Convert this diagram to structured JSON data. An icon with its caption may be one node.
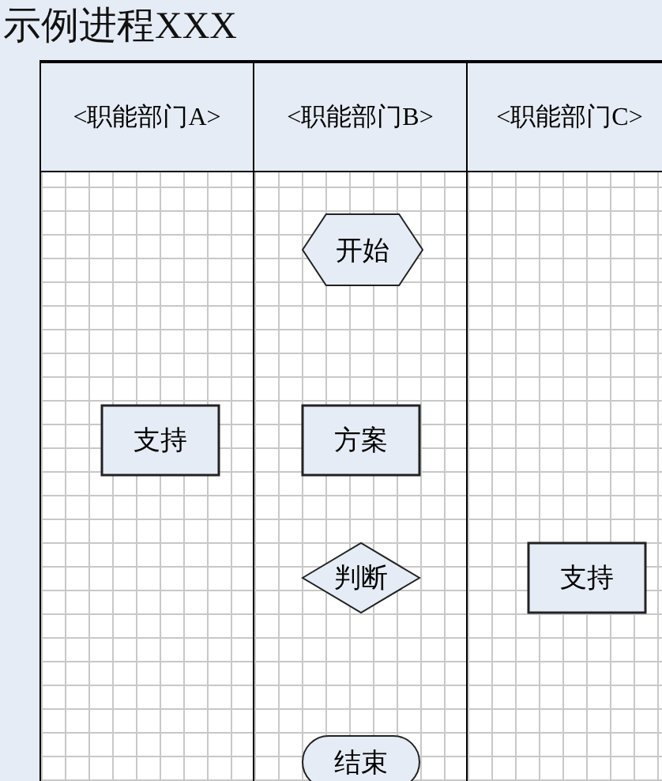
{
  "diagram": {
    "title": "示例进程XXX",
    "nodes": [
      {
        "text": [
          "<职能部门A>"
        ]
      },
      {
        "text": [
          "<职能部门B>"
        ]
      },
      {
        "text": [
          "<职能部门C>"
        ]
      },
      {
        "text": [
          "开始"
        ],
        "in": 1
      },
      {
        "text": [
          "支持"
        ],
        "in": 0
      },
      {
        "text": [
          "方案"
        ],
        "in": 1
      },
      {
        "text": [
          "判断"
        ],
        "in": 1
      },
      {
        "text": [
          "支持"
        ],
        "in": 2
      },
      {
        "text": [
          "结束"
        ],
        "in": 1
      }
    ]
  }
}
